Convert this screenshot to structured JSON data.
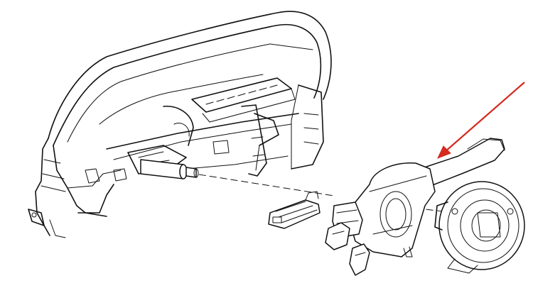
{
  "figure": {
    "background": "#ffffff",
    "line_color": "#111111",
    "accent_color": "#d42a20",
    "parts": [
      "dashboard-frame",
      "steering-column-shaft",
      "wiring-connector",
      "combination-switch-assembly",
      "clock-spring-ring"
    ],
    "callout": {
      "type": "arrow",
      "points_to": "combination-switch-assembly"
    }
  }
}
